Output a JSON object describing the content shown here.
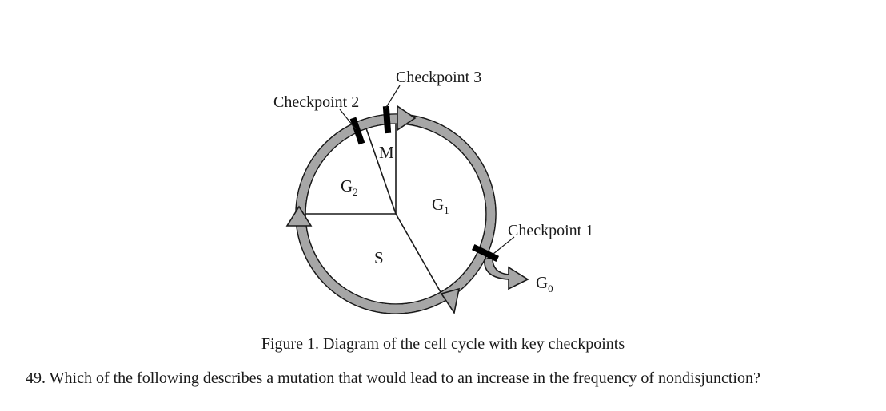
{
  "diagram": {
    "checkpoint_1": "Checkpoint 1",
    "checkpoint_2": "Checkpoint 2",
    "checkpoint_3": "Checkpoint 3",
    "phases": {
      "g1": {
        "main": "G",
        "sub": "1"
      },
      "g2": {
        "main": "G",
        "sub": "2"
      },
      "s": "S",
      "m": "M",
      "g0": {
        "main": "G",
        "sub": "0"
      }
    },
    "colors": {
      "ring_fill": "#a6a6a6",
      "outline": "#1a1a1a",
      "checkpoint_bar": "#000000"
    }
  },
  "caption": "Figure 1. Diagram of the cell cycle with key checkpoints",
  "question": {
    "number": "49.",
    "text": "Which of the following describes a mutation that would lead to an increase in the frequency of nondisjunction?"
  }
}
